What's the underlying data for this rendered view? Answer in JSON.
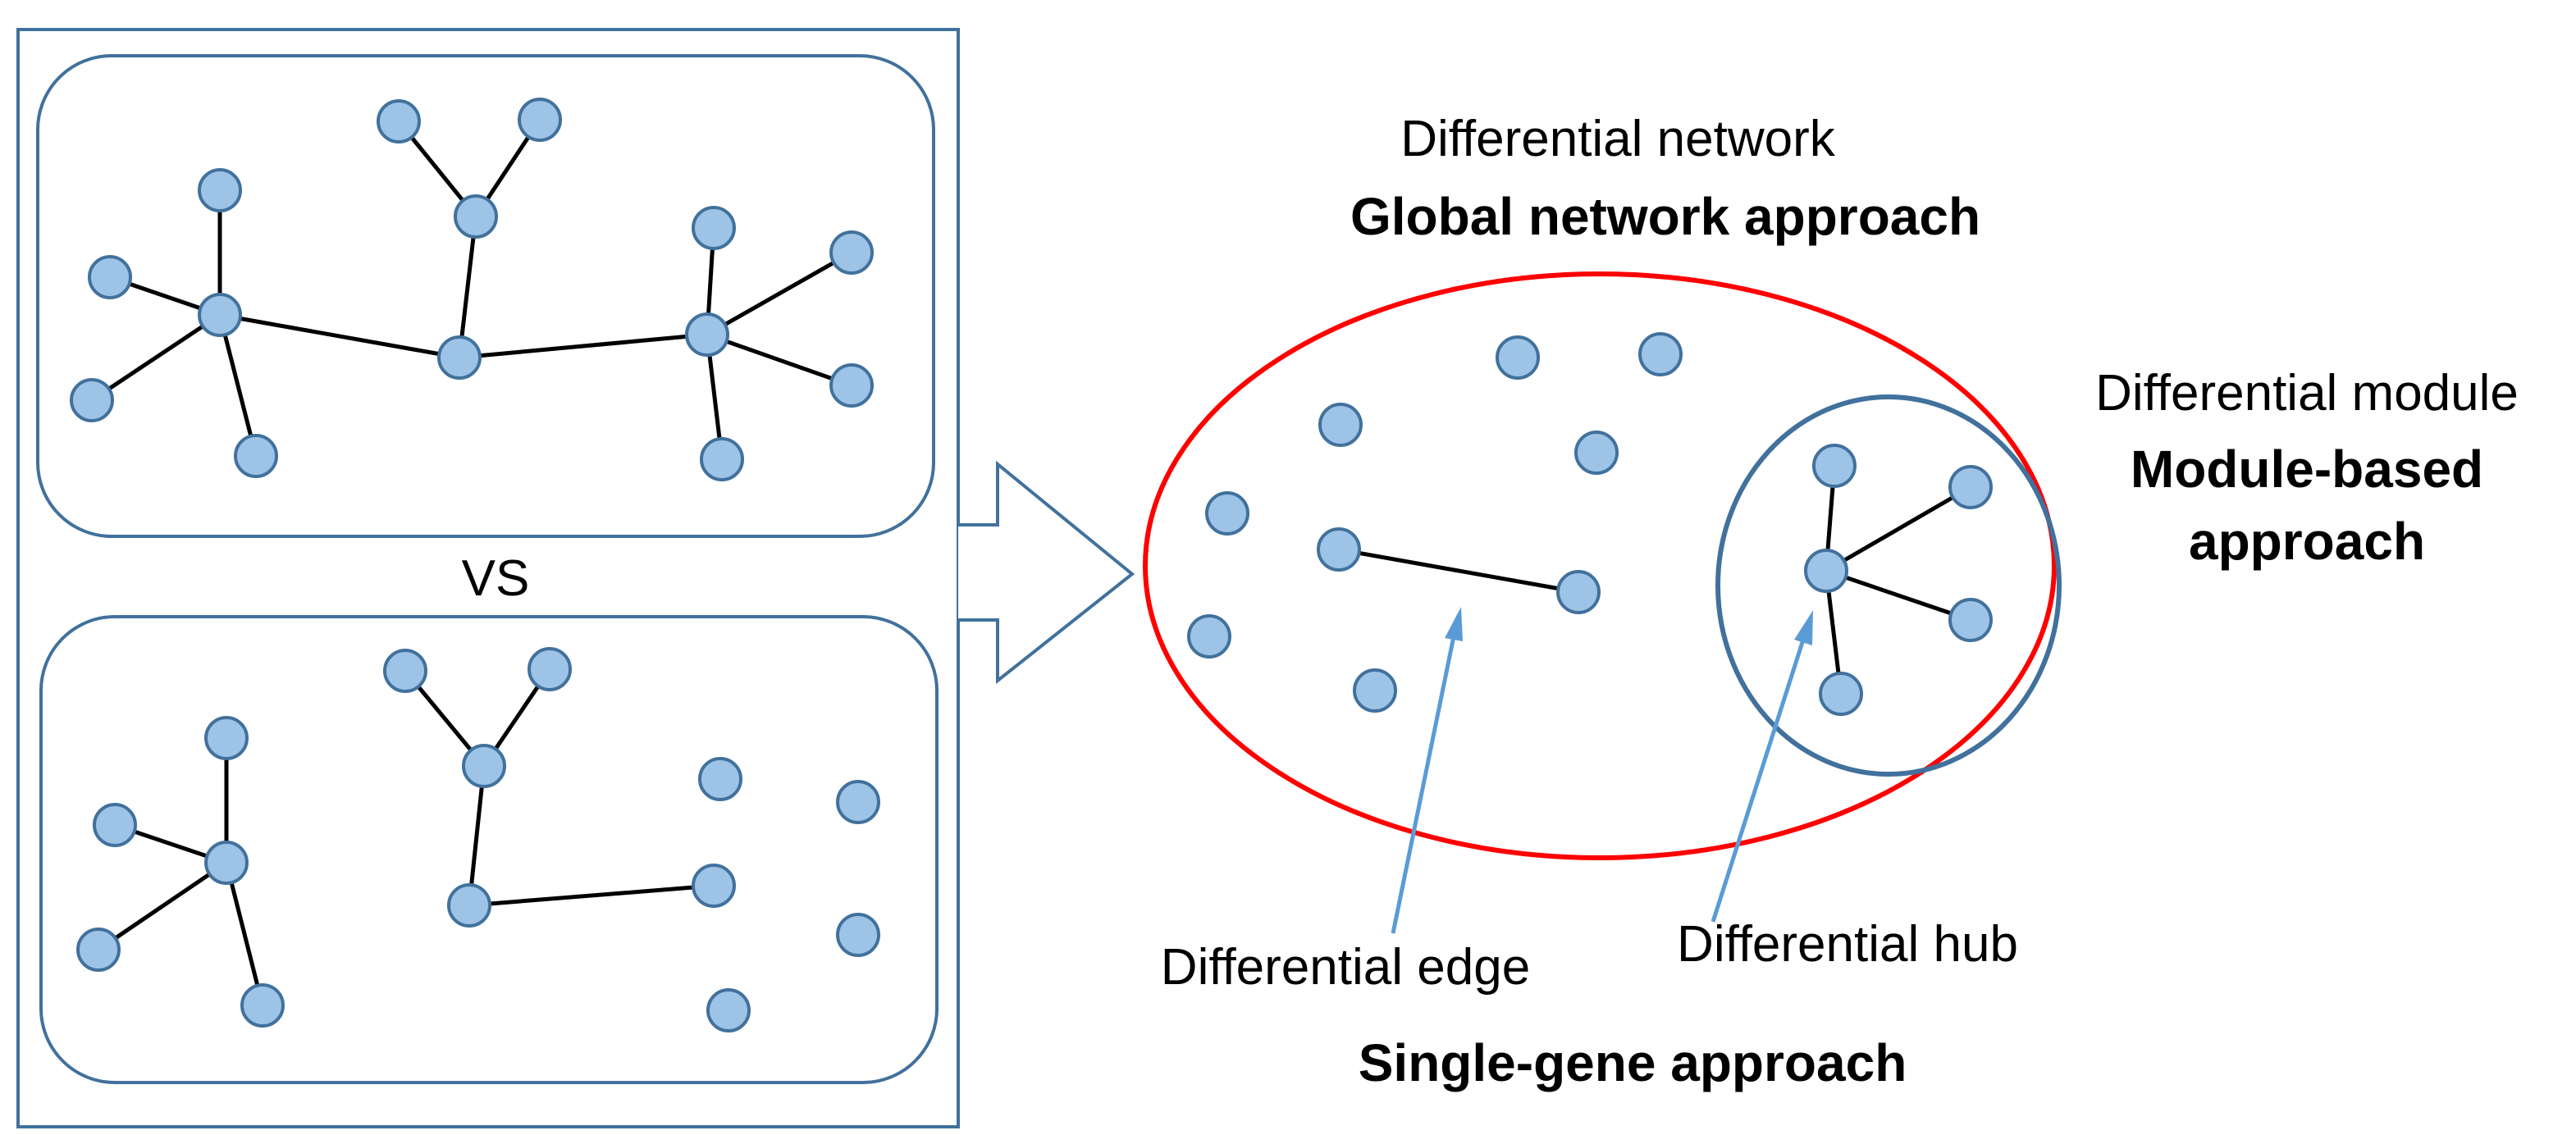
{
  "comparison_label": "VS",
  "global": {
    "label": "Differential network",
    "approach": "Global network approach"
  },
  "module": {
    "label": "Differential module",
    "approach_line1": "Module-based",
    "approach_line2": "approach"
  },
  "edge_label": "Differential edge",
  "hub_label": "Differential hub",
  "single_gene_approach": "Single-gene approach",
  "colors": {
    "node_fill": "#9dc3e6",
    "node_stroke": "#41719c",
    "panel_stroke": "#41719c",
    "global_ellipse": "#ff0000",
    "module_circle": "#41719c",
    "pointer_arrow": "#5b9bd5"
  }
}
